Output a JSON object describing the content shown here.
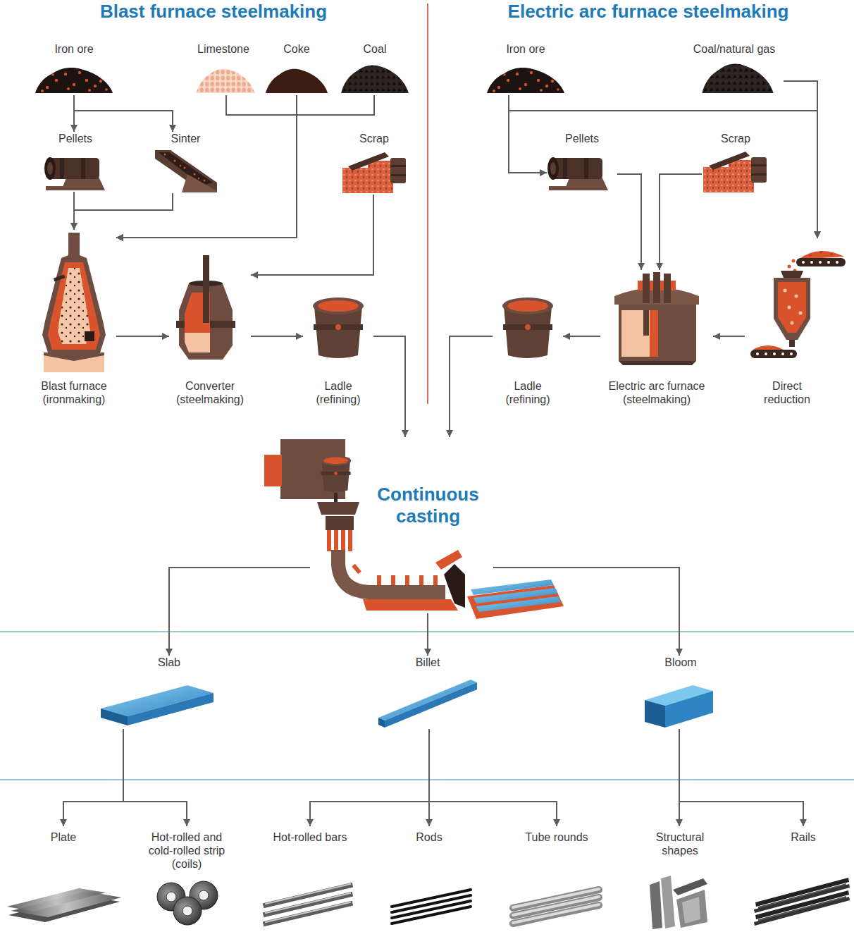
{
  "diagram": {
    "nodes": [
      {
        "text": [
          "Iron ore"
        ]
      },
      {
        "text": [
          "Limestone"
        ]
      },
      {
        "text": [
          "Coke"
        ]
      },
      {
        "text": [
          "Coal"
        ]
      },
      {
        "text": [
          "Pellets"
        ]
      },
      {
        "text": [
          "Sinter"
        ]
      },
      {
        "text": [
          "Scrap"
        ]
      },
      {
        "text": [
          "Blast furnace (ironmaking)"
        ]
      },
      {
        "text": [
          "Converter (steelmaking)"
        ]
      },
      {
        "text": [
          "Ladle (refining)"
        ]
      },
      {
        "text": [
          "Iron ore"
        ]
      },
      {
        "text": [
          "Coal/natural gas"
        ]
      },
      {
        "text": [
          "Pellets"
        ]
      },
      {
        "text": [
          "Scrap"
        ]
      },
      {
        "text": [
          "Ladle (refining)"
        ]
      },
      {
        "text": [
          "Electric arc furnace (steelmaking)"
        ]
      },
      {
        "text": [
          "Direct reduction"
        ]
      },
      {
        "text": [
          "Continuous casting"
        ]
      },
      {
        "text": [
          "Slab"
        ]
      },
      {
        "text": [
          "Billet"
        ]
      },
      {
        "text": [
          "Bloom"
        ]
      },
      {
        "text": [
          "Plate"
        ]
      },
      {
        "text": [
          "Hot-rolled and cold-rolled strip (coils)"
        ]
      },
      {
        "text": [
          "Hot-rolled bars"
        ]
      },
      {
        "text": [
          "Rods"
        ]
      },
      {
        "text": [
          "Tube rounds"
        ]
      },
      {
        "text": [
          "Structural shapes"
        ]
      },
      {
        "text": [
          "Rails"
        ]
      }
    ],
    "edges": [
      {
        "from": 0,
        "to": 4,
        "arrow": "to"
      },
      {
        "from": 0,
        "to": 5,
        "arrow": "to"
      },
      {
        "from": 4,
        "to": 7,
        "arrow": "to"
      },
      {
        "from": 5,
        "to": 7,
        "arrow": "to"
      },
      {
        "from": 1,
        "to": 7,
        "arrow": "to"
      },
      {
        "from": 2,
        "to": 7,
        "arrow": "to"
      },
      {
        "from": 3,
        "to": 7,
        "arrow": "to"
      },
      {
        "from": 6,
        "to": 8,
        "arrow": "to"
      },
      {
        "from": 7,
        "to": 8,
        "arrow": "to"
      },
      {
        "from": 8,
        "to": 9,
        "arrow": "to"
      },
      {
        "from": 9,
        "to": 17,
        "arrow": "to"
      },
      {
        "from": 10,
        "to": 12,
        "arrow": "to"
      },
      {
        "from": 10,
        "to": 16,
        "arrow": "to"
      },
      {
        "from": 11,
        "to": 16,
        "arrow": "to"
      },
      {
        "from": 12,
        "to": 15,
        "arrow": "to"
      },
      {
        "from": 13,
        "to": 15,
        "arrow": "to"
      },
      {
        "from": 16,
        "to": 15,
        "arrow": "to"
      },
      {
        "from": 15,
        "to": 14,
        "arrow": "to"
      },
      {
        "from": 14,
        "to": 17,
        "arrow": "to"
      },
      {
        "from": 17,
        "to": 18,
        "arrow": "to"
      },
      {
        "from": 17,
        "to": 19,
        "arrow": "to"
      },
      {
        "from": 17,
        "to": 20,
        "arrow": "to"
      },
      {
        "from": 18,
        "to": 21,
        "arrow": "to"
      },
      {
        "from": 18,
        "to": 22,
        "arrow": "to"
      },
      {
        "from": 19,
        "to": 23,
        "arrow": "to"
      },
      {
        "from": 19,
        "to": 24,
        "arrow": "to"
      },
      {
        "from": 19,
        "to": 25,
        "arrow": "to"
      },
      {
        "from": 20,
        "to": 26,
        "arrow": "to"
      },
      {
        "from": 20,
        "to": 27,
        "arrow": "to"
      }
    ],
    "labels": [
      "Blast furnace steelmaking",
      "Electric arc furnace steelmaking"
    ]
  }
}
